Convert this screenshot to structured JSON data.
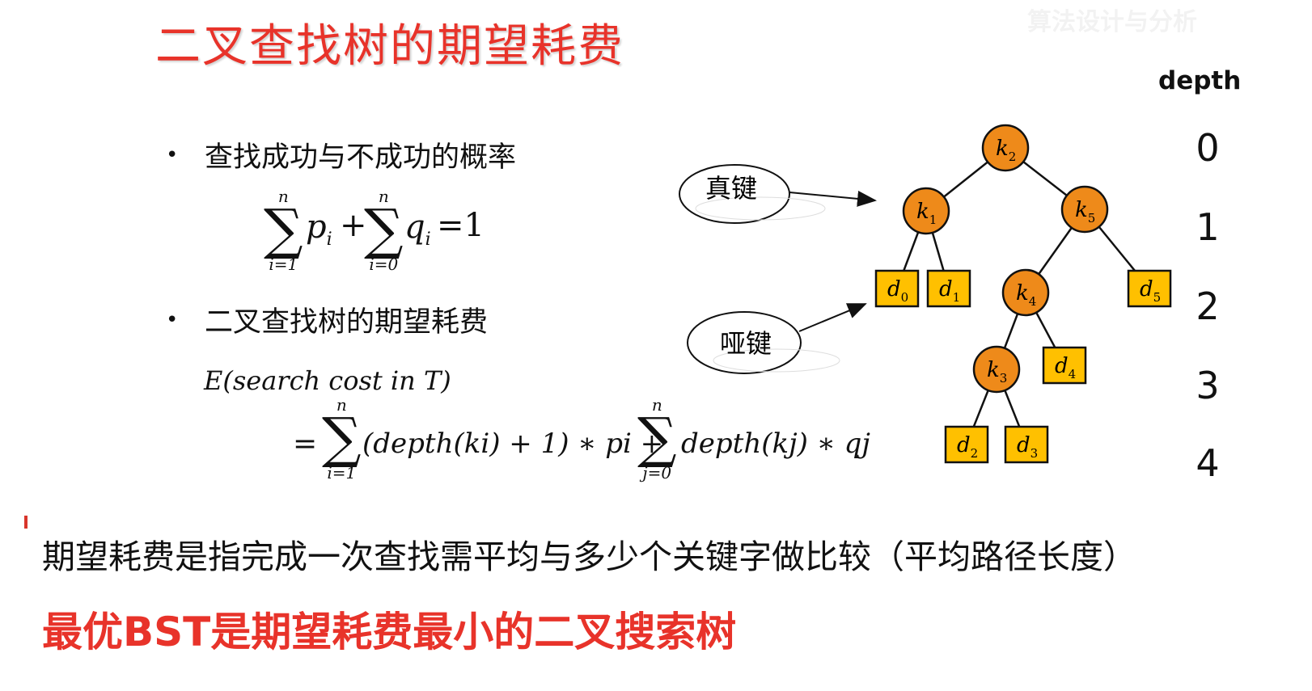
{
  "slide": {
    "title": "二叉查找树的期望耗费",
    "watermark": "算法设计与分析"
  },
  "bullets": {
    "b1": "查找成功与不成功的概率",
    "b2": "二叉查找树的期望耗费"
  },
  "formula1": {
    "sum1_upper": "n",
    "sum1_lower": "i=1",
    "term_p": "p",
    "sub_p": "i",
    "plus": "+",
    "sum2_upper": "n",
    "sum2_lower": "i=0",
    "term_q": "q",
    "sub_q": "i",
    "rhs": "=1"
  },
  "formula2": {
    "lhs": "E(search cost in T)",
    "eq": "=",
    "sum1_upper": "n",
    "sum1_lower": "i=1",
    "term1": "(depth(ki) + 1) ∗ pi +",
    "sum2_upper": "n",
    "sum2_lower": "j=0",
    "term2": "depth(kj) ∗ qj"
  },
  "callouts": {
    "real_key": "真键",
    "dummy_key": "哑键"
  },
  "tree": {
    "keys": [
      {
        "id": "k2",
        "base": "k",
        "sub": "2",
        "depth": 0
      },
      {
        "id": "k1",
        "base": "k",
        "sub": "1",
        "depth": 1
      },
      {
        "id": "k5",
        "base": "k",
        "sub": "5",
        "depth": 1
      },
      {
        "id": "k4",
        "base": "k",
        "sub": "4",
        "depth": 2
      },
      {
        "id": "k3",
        "base": "k",
        "sub": "3",
        "depth": 3
      }
    ],
    "dummies": [
      {
        "id": "d0",
        "base": "d",
        "sub": "0",
        "depth": 2
      },
      {
        "id": "d1",
        "base": "d",
        "sub": "1",
        "depth": 2
      },
      {
        "id": "d5",
        "base": "d",
        "sub": "5",
        "depth": 2
      },
      {
        "id": "d4",
        "base": "d",
        "sub": "4",
        "depth": 3
      },
      {
        "id": "d2",
        "base": "d",
        "sub": "2",
        "depth": 4
      },
      {
        "id": "d3",
        "base": "d",
        "sub": "3",
        "depth": 4
      }
    ],
    "edges": [
      [
        "k2",
        "k1"
      ],
      [
        "k2",
        "k5"
      ],
      [
        "k1",
        "d0"
      ],
      [
        "k1",
        "d1"
      ],
      [
        "k5",
        "k4"
      ],
      [
        "k5",
        "d5"
      ],
      [
        "k4",
        "k3"
      ],
      [
        "k4",
        "d4"
      ],
      [
        "k3",
        "d2"
      ],
      [
        "k3",
        "d3"
      ]
    ],
    "colors": {
      "key_fill": "#ee8a1a",
      "dummy_fill": "#ffc000",
      "stroke": "#111111"
    }
  },
  "depth_scale": {
    "title": "depth",
    "levels": [
      "0",
      "1",
      "2",
      "3",
      "4"
    ]
  },
  "text": {
    "description": "期望耗费是指完成一次查找需平均与多少个关键字做比较（平均路径长度）",
    "conclusion": "最优BST是期望耗费最小的二叉搜索树"
  },
  "colors": {
    "accent_red": "#e8332a"
  }
}
